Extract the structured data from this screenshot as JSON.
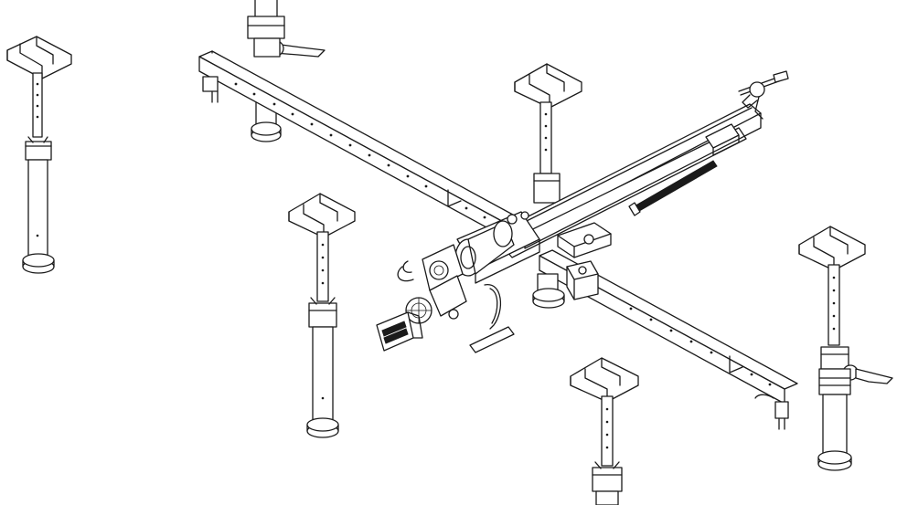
{
  "drawing": {
    "subject": "telescopic-support-stands-with-cross-beam-and-drilling-unit",
    "colors": {
      "line": "#1a1a1a",
      "background": "#ffffff"
    },
    "icons": [
      "support-stand",
      "cross-beam",
      "clamp-collar",
      "drill-feed-rail",
      "drill-motor",
      "handle"
    ]
  }
}
